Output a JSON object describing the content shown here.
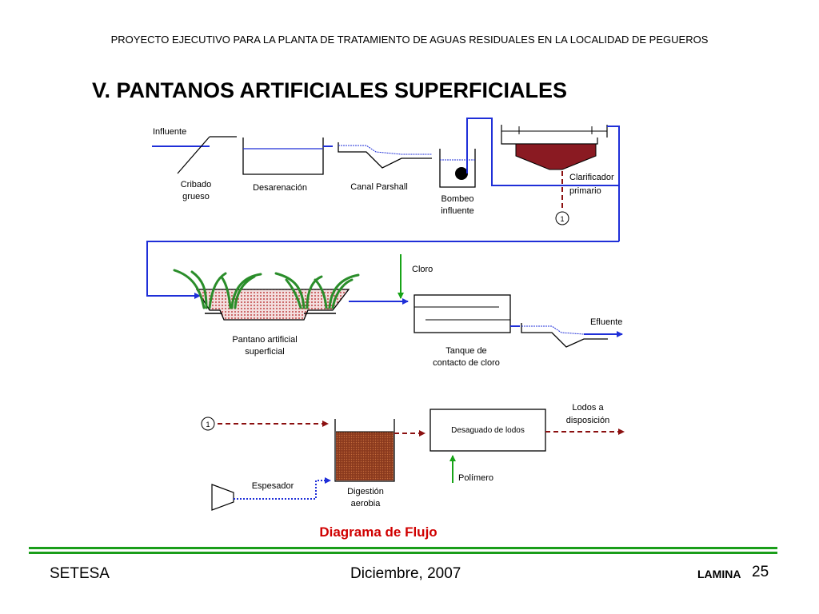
{
  "header": "PROYECTO EJECUTIVO PARA LA PLANTA DE TRATAMIENTO DE AGUAS RESIDUALES EN LA LOCALIDAD DE PEGUEROS",
  "title": "V. PANTANOS ARTIFICIALES SUPERFICIALES",
  "diagram": {
    "influente": "Influente",
    "cribado_1": "Cribado",
    "cribado_2": "grueso",
    "desarenacion": "Desarenación",
    "canal_parshall": "Canal Parshall",
    "bombeo_1": "Bombeo",
    "bombeo_2": "influente",
    "clarificador_1": "Clarificador",
    "clarificador_2": "primario",
    "connector_1": "1",
    "cloro": "Cloro",
    "efluente": "Efluente",
    "pantano_1": "Pantano artificial",
    "pantano_2": "superficial",
    "tanque_1": "Tanque de",
    "tanque_2": "contacto de cloro",
    "connector_1b": "1",
    "lodos_1": "Lodos a",
    "lodos_2": "disposición",
    "desaguado": "Desaguado de lodos",
    "espesador": "Espesador",
    "digestion_1": "Digestión",
    "digestion_2": "aerobia",
    "polimero": "Polímero"
  },
  "colors": {
    "water_line": "#1f2fd8",
    "sludge_line": "#8b1010",
    "green_line": "#17a317",
    "clarifier_fill": "#8a1a22",
    "caption": "#d00000",
    "footer_bar": "#1a9e1a"
  },
  "caption": "Diagrama de Flujo",
  "footer": {
    "company": "SETESA",
    "date": "Diciembre, 2007",
    "lamina_label": "LAMINA",
    "page_number": "25"
  }
}
